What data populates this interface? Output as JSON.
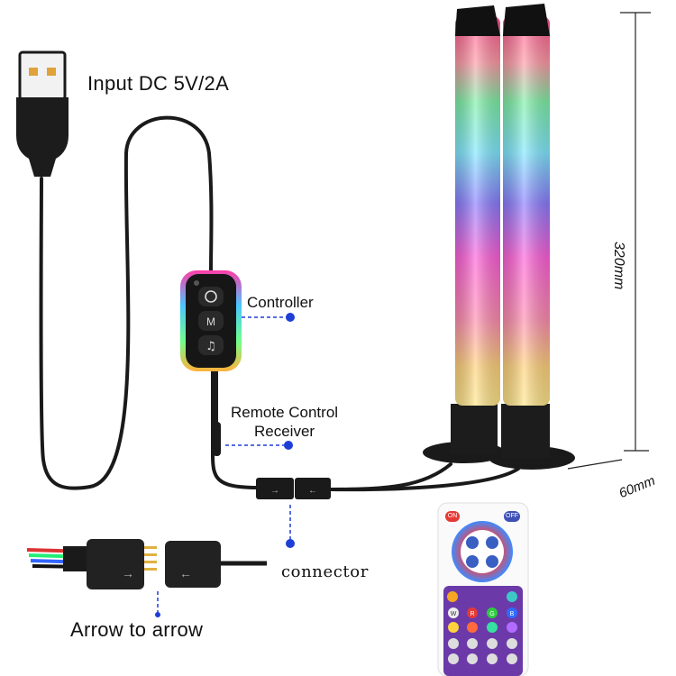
{
  "labels": {
    "input": "Input DC 5V/2A",
    "controller": "Controller",
    "receiver_line1": "Remote Control",
    "receiver_line2": "Receiver",
    "connector": "connector",
    "arrow": "Arrow to arrow",
    "height": "320mm",
    "width": "60mm"
  },
  "controller_buttons": [
    {
      "icon": "power-icon"
    },
    {
      "icon": "mode-icon",
      "glyph": "M"
    },
    {
      "icon": "music-note-icon",
      "glyph": "♫"
    }
  ],
  "remote": {
    "on_label": "ON",
    "off_label": "OFF",
    "color_keys": [
      "W",
      "R",
      "G",
      "B"
    ]
  },
  "colors": {
    "cable": "#1a1a1a",
    "pointer_dot": "#1e3fd6",
    "remote_body": "#6b3aa8"
  }
}
